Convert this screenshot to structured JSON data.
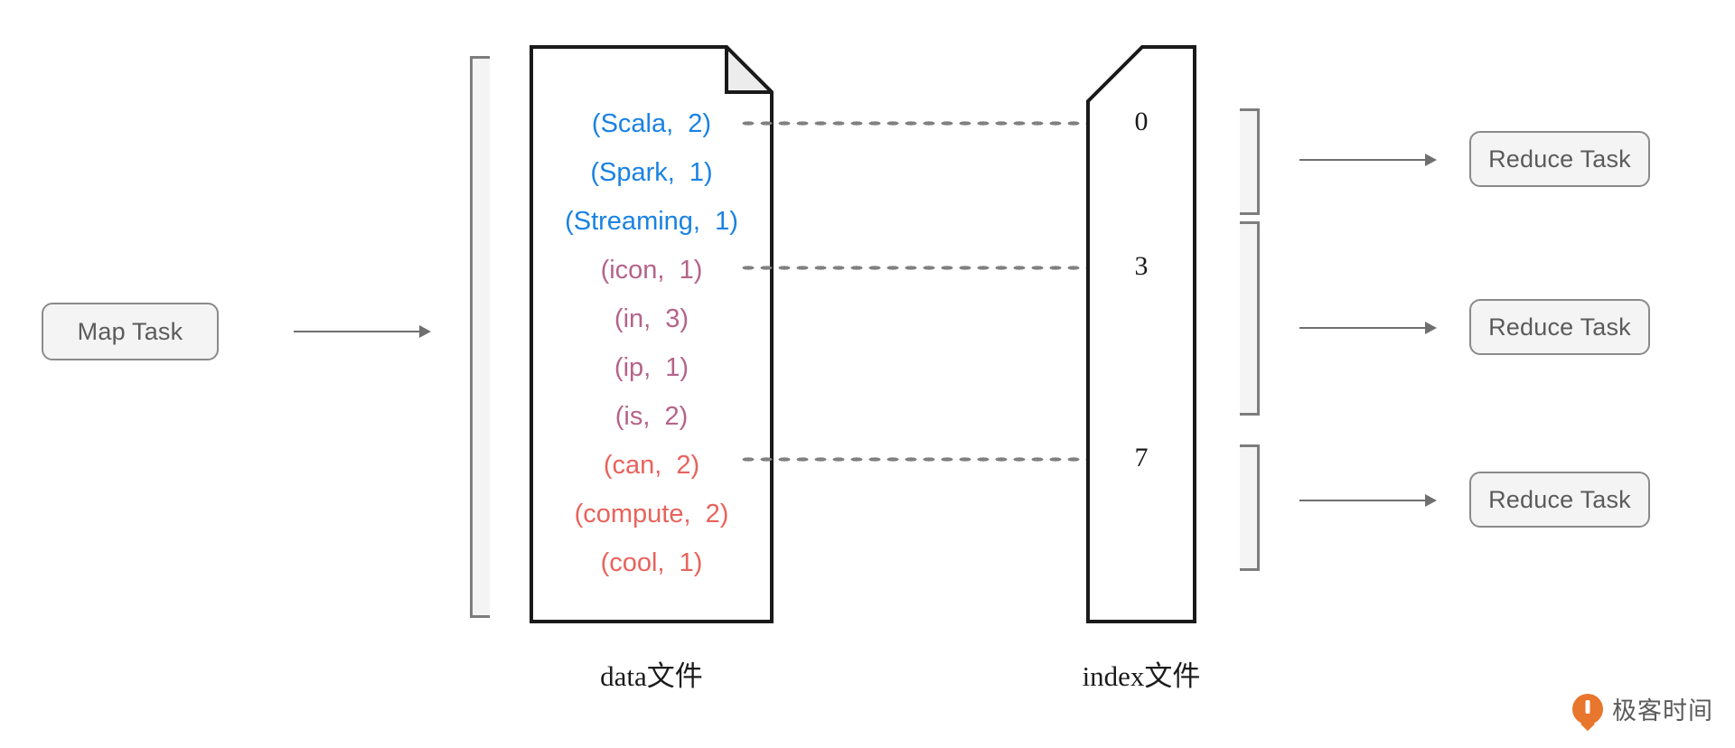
{
  "diagram": {
    "title": "MapReduce shuffle write: data file and index file",
    "colors": {
      "group_blue": "#1a82e2",
      "group_purple": "#b5638a",
      "group_red": "#e8635c",
      "box_fill": "#f4f4f4",
      "box_border": "#8a8a8a",
      "arrow": "#6f6f6f",
      "dot": "#808080",
      "file_border": "#1a1a1a",
      "watermark_orange": "#e8762c"
    }
  },
  "map_task": {
    "label": "Map Task"
  },
  "reduce_tasks": [
    {
      "label": "Reduce Task"
    },
    {
      "label": "Reduce Task"
    },
    {
      "label": "Reduce Task"
    }
  ],
  "data_file": {
    "caption": "data文件",
    "entries": [
      {
        "text": "(Scala,  2)",
        "group": "blue"
      },
      {
        "text": "(Spark,  1)",
        "group": "blue"
      },
      {
        "text": "(Streaming,  1)",
        "group": "blue"
      },
      {
        "text": "(icon,  1)",
        "group": "purple"
      },
      {
        "text": "(in,  3)",
        "group": "purple"
      },
      {
        "text": "(ip,  1)",
        "group": "purple"
      },
      {
        "text": "(is,  2)",
        "group": "purple"
      },
      {
        "text": "(can,  2)",
        "group": "red"
      },
      {
        "text": "(compute,  2)",
        "group": "red"
      },
      {
        "text": "(cool,  1)",
        "group": "red"
      }
    ]
  },
  "index_file": {
    "caption": "index文件",
    "offsets": [
      {
        "value": "0"
      },
      {
        "value": "3"
      },
      {
        "value": "7"
      }
    ]
  },
  "watermark": {
    "text": "极客时间"
  }
}
